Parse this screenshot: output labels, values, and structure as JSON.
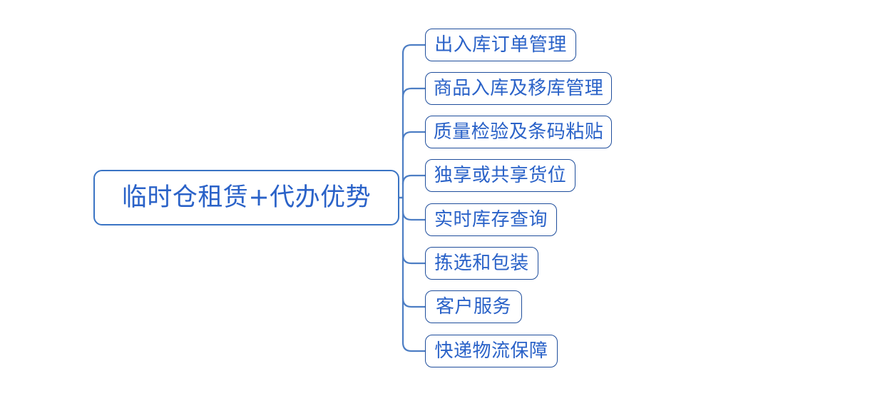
{
  "diagram": {
    "type": "mind-map",
    "background_color": "#ffffff",
    "node_text_color": "#2a62c8",
    "node_border_color": "#1f4e9c",
    "root_border_color": "#3a74c4",
    "connector_color": "#4d7ec4",
    "root": {
      "label": "临时仓租赁+代办优势"
    },
    "branches": [
      {
        "label": "出入库订单管理"
      },
      {
        "label": "商品入库及移库管理"
      },
      {
        "label": "质量检验及条码粘贴"
      },
      {
        "label": "独享或共享货位"
      },
      {
        "label": "实时库存查询"
      },
      {
        "label": "拣选和包装"
      },
      {
        "label": "客户服务"
      },
      {
        "label": "快递物流保障"
      }
    ]
  }
}
